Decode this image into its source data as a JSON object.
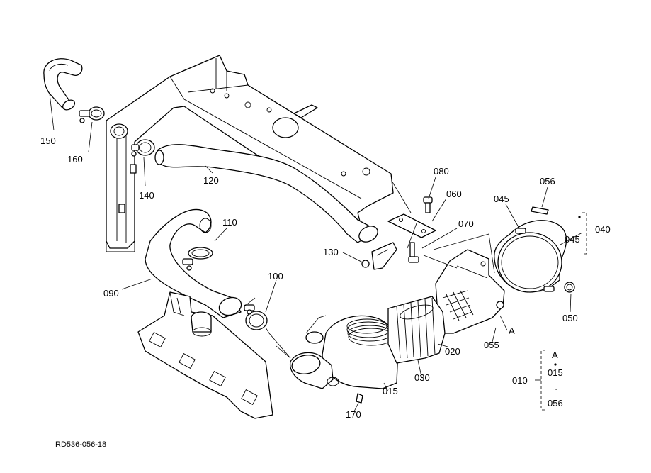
{
  "diagram": {
    "labels": {
      "p150": "150",
      "p160": "160",
      "p140": "140",
      "p120": "120",
      "p110": "110",
      "p090": "090",
      "p100": "100",
      "p130": "130",
      "p080": "080",
      "p060": "060",
      "p070": "070",
      "p045a": "045",
      "p056a": "056",
      "p045b": "045",
      "p040": "040",
      "p050": "050",
      "p055": "055",
      "pA": "A",
      "p020": "020",
      "p030": "030",
      "p015": "015",
      "p170": "170"
    },
    "legend": {
      "p010": "010",
      "a": "A",
      "p015": "015",
      "tilde": "~",
      "p056": "056"
    },
    "reference_code": "RD536-056-18"
  }
}
